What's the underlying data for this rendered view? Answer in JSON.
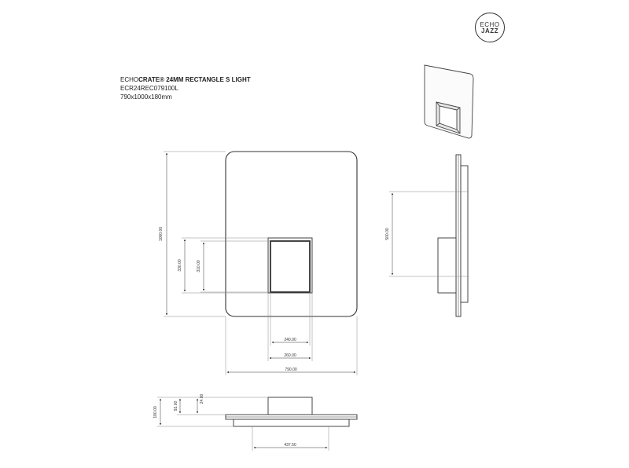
{
  "logo": {
    "line1": "ECHO",
    "line2": "JAZZ"
  },
  "product": {
    "brand": "ECHO",
    "name": "CRATE® 24MM RECTANGLE S LIGHT",
    "code": "ECR24REC079100L",
    "size": "790x1000x180mm"
  },
  "dimensions": {
    "panel_height": "1000.00",
    "cutout_outer_height": "330.00",
    "cutout_inner_height": "310.00",
    "inner_width": "240.00",
    "outer_width": "260.00",
    "panel_width": "790.00",
    "side_height": "500.00",
    "depth_total": "180.00",
    "depth_mid": "93.00",
    "depth_box": "24.00",
    "bottom_offset": "437.50"
  }
}
